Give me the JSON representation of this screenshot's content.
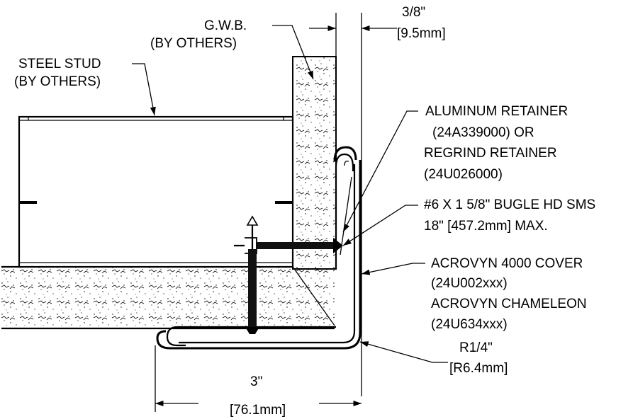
{
  "labels": {
    "gwb_line1": "G.W.B.",
    "gwb_line2": "(BY OTHERS)",
    "stud_line1": "STEEL STUD",
    "stud_line2": "(BY OTHERS)",
    "thickness_line1": "3/8\"",
    "thickness_line2": "[9.5mm]",
    "retainer_line1": "ALUMINUM RETAINER",
    "retainer_line2": "(24A339000) OR",
    "retainer_line3": "REGRIND RETAINER",
    "retainer_line4": "(24U026000)",
    "screw_line1": "#6 X 1 5/8\" BUGLE HD SMS",
    "screw_line2": "18\" [457.2mm] MAX.",
    "cover_line1": "ACROVYN 4000  COVER",
    "cover_line2": "(24U002xxx)",
    "cover_line3": "ACROVYN CHAMELEON",
    "cover_line4": "(24U634xxx)",
    "radius_line1": "R1/4\"",
    "radius_line2": "[R6.4mm]",
    "width_line1": "3\"",
    "width_line2": "[76.1mm]"
  }
}
